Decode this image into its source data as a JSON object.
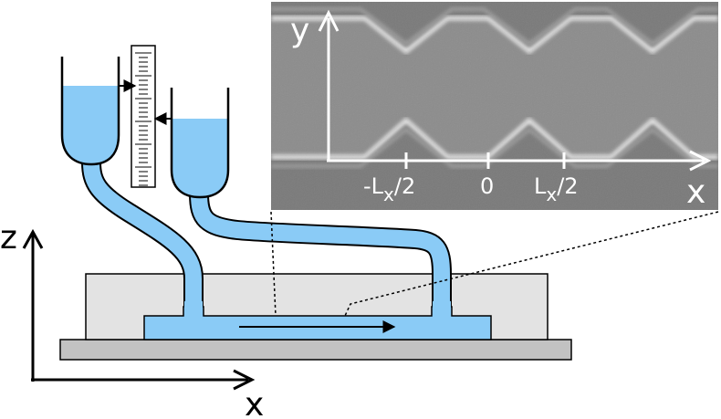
{
  "sem_inset": {
    "axis_y_label": "y",
    "axis_x_label": "x",
    "tick_labels": [
      {
        "base": "-L",
        "sub": "x",
        "tail": "/2"
      },
      {
        "base": "0",
        "sub": "",
        "tail": ""
      },
      {
        "base": "L",
        "sub": "x",
        "tail": "/2"
      }
    ]
  },
  "main_axes": {
    "z_label": "z",
    "x_label": "x"
  },
  "colors": {
    "liquid": "#8acbf6",
    "chip": "#e3e3e3",
    "base_plate": "#c2c2c2",
    "sem_background": "#7d7d7d",
    "outline": "#000000"
  },
  "icons": [
    "reservoir-left",
    "reservoir-right",
    "height-scale-ruler",
    "flow-arrow"
  ]
}
